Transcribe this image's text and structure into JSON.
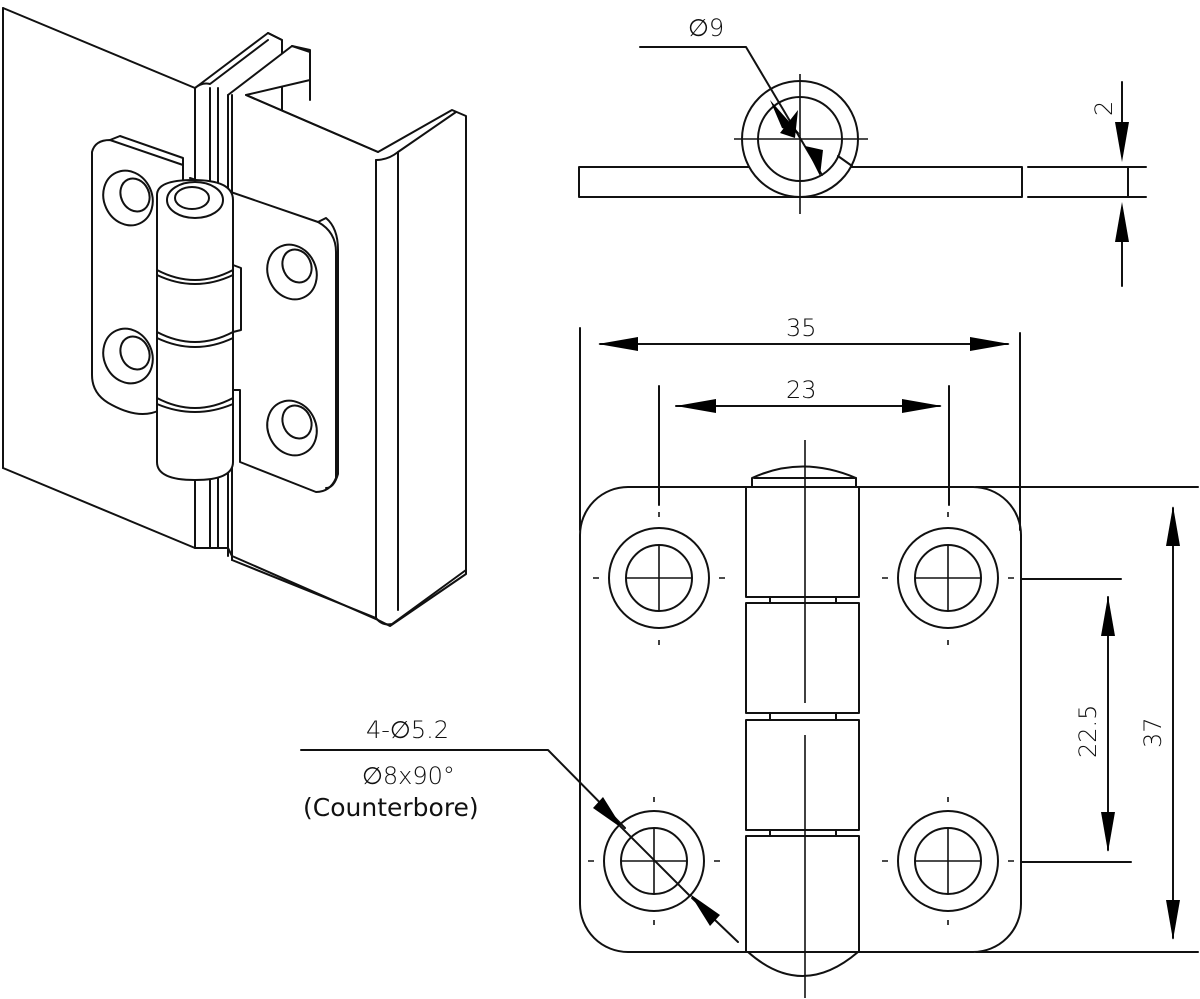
{
  "drawing": {
    "subject": "Butt hinge technical drawing",
    "views": [
      "isometric-view",
      "top-view",
      "front-view"
    ],
    "line_color": "#111111",
    "background": "#ffffff"
  },
  "dimensions": {
    "pin_diameter": "∅9",
    "leaf_thickness": "2",
    "overall_width": "35",
    "hole_spacing_horizontal": "23",
    "hole_spacing_vertical": "22.5",
    "overall_height": "37",
    "hole_callout_line1": "4-∅5.2",
    "hole_callout_line2": "∅8x90°",
    "hole_callout_line3": "(Counterbore)"
  }
}
